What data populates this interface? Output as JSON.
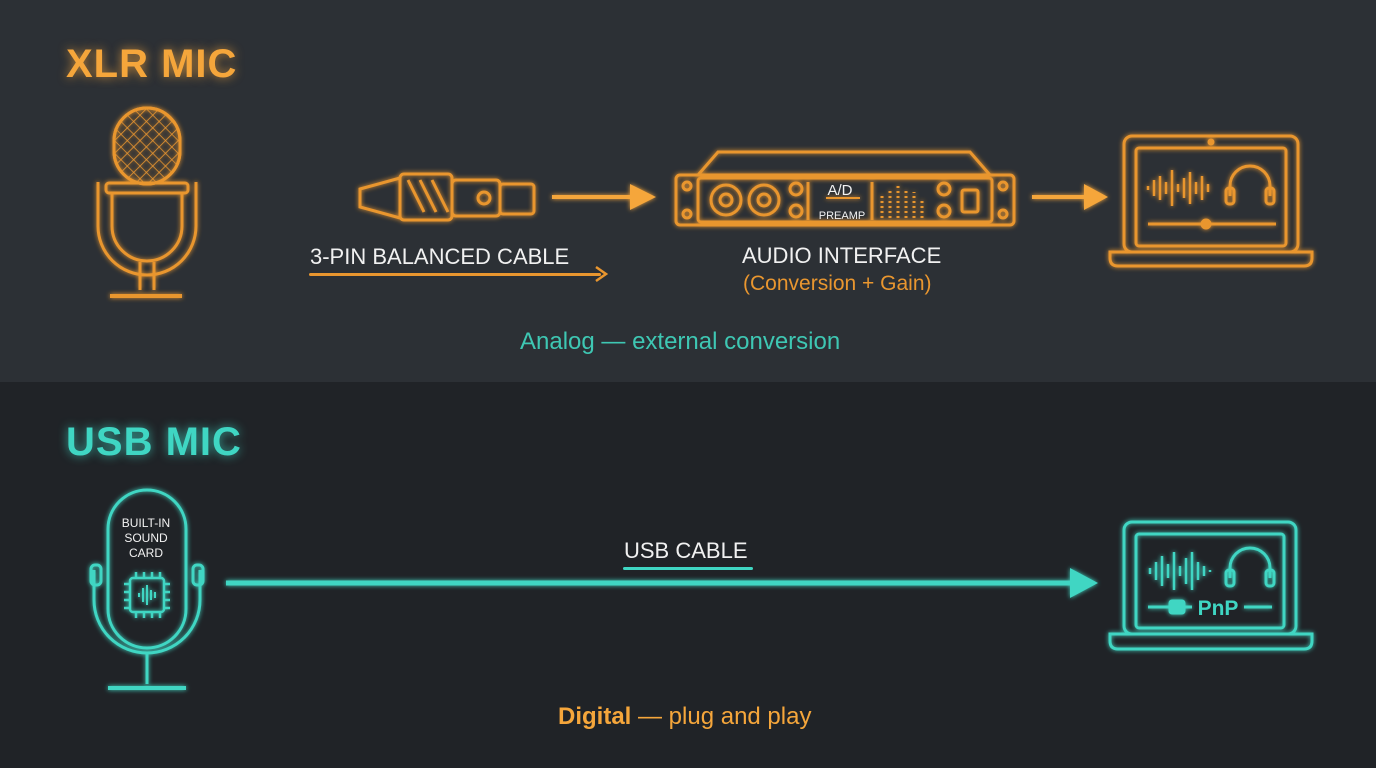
{
  "xlr": {
    "heading": "XLR MIC",
    "cable_label": "3-PIN BALANCED CABLE",
    "interface_label": "AUDIO INTERFACE",
    "interface_sublabel": "(Conversion + Gain)",
    "interface_ad": "A/D",
    "interface_preamp": "PREAMP",
    "caption": "Analog — external conversion"
  },
  "usb": {
    "heading": "USB MIC",
    "soundcard_line1": "BUILT-IN",
    "soundcard_line2": "SOUND",
    "soundcard_line3": "CARD",
    "cable_label": "USB CABLE",
    "laptop_badge": "PnP",
    "caption_keyword": "Digital",
    "caption_rest": " — plug and play"
  },
  "colors": {
    "xlr_accent": "#f5a63b",
    "usb_accent": "#3fd6c3",
    "top_panel_bg": "#2c3035",
    "bottom_panel_bg": "#202327"
  },
  "icons": [
    "xlr-microphone-icon",
    "xlr-connector-icon",
    "audio-interface-icon",
    "laptop-waveform-headphones-icon",
    "usb-microphone-icon",
    "chip-icon",
    "laptop-pnp-icon",
    "arrow-right-icon"
  ]
}
